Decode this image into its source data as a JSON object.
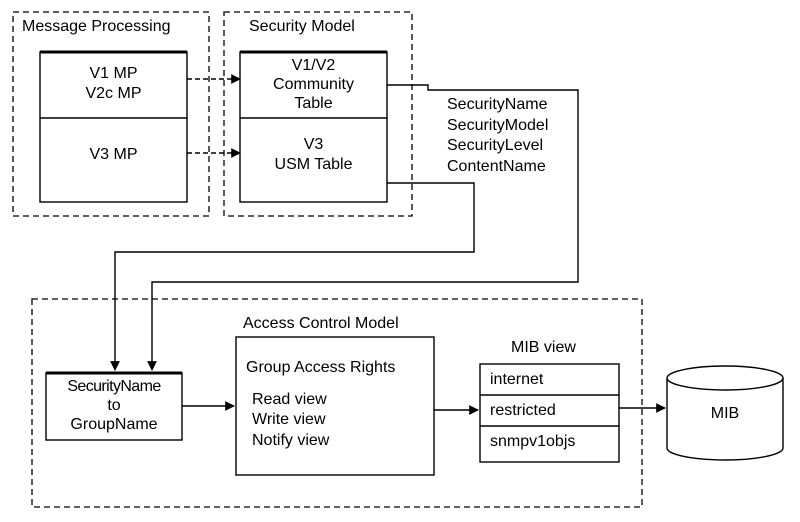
{
  "groups": {
    "message_processing": {
      "title": "Message Processing"
    },
    "security_model": {
      "title": "Security Model"
    },
    "access_control": {
      "title": "Access Control Model"
    }
  },
  "message_processing": {
    "v1_v2c_line1": "V1 MP",
    "v1_v2c_line2": "V2c MP",
    "v3": "V3 MP"
  },
  "security_model": {
    "community_line1": "V1/V2",
    "community_line2": "Community",
    "community_line3": "Table",
    "usm_line1": "V3",
    "usm_line2": "USM Table"
  },
  "security_params": [
    "SecurityName",
    "SecurityModel",
    "SecurityLevel",
    "ContentName"
  ],
  "access_control": {
    "mapping_line1": "SecurityName",
    "mapping_line2": "to",
    "mapping_line3": "GroupName",
    "group_access_title": "Group Access Rights",
    "views": [
      "Read view",
      "Write view",
      "Notify view"
    ],
    "mib_view_title": "MIB view",
    "mib_views": [
      "internet",
      "restricted",
      "snmpv1objs"
    ]
  },
  "mib": {
    "label": "MIB"
  }
}
